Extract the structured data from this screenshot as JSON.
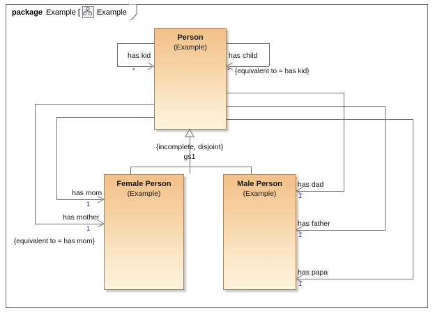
{
  "frame": {
    "keyword": "package",
    "name": "Example",
    "bracket_open": "[",
    "bracket_close": "]",
    "diagram_icon": "class-diagram-icon",
    "diagram_name": "Example"
  },
  "classes": [
    {
      "id": "person",
      "name": "Person",
      "stereotype": "(Example)"
    },
    {
      "id": "female_person",
      "name": "Female Person",
      "stereotype": "(Example)"
    },
    {
      "id": "male_person",
      "name": "Male Person",
      "stereotype": "(Example)"
    }
  ],
  "associations": [
    {
      "id": "has_kid",
      "label": "has kid",
      "multiplicity": "*",
      "note": "",
      "source": "Person",
      "target": "Person"
    },
    {
      "id": "has_child",
      "label": "has child",
      "multiplicity": "*",
      "note": "{equivalent to = has kid}",
      "source": "Person",
      "target": "Person"
    },
    {
      "id": "has_mom",
      "label": "has mom",
      "multiplicity": "1",
      "note": "",
      "source": "Person",
      "target": "Female Person"
    },
    {
      "id": "has_mother",
      "label": "has mother",
      "multiplicity": "1",
      "note": "{equivalent to = has mom}",
      "source": "Person",
      "target": "Female Person"
    },
    {
      "id": "has_dad",
      "label": "has dad",
      "multiplicity": "1",
      "note": "",
      "source": "Person",
      "target": "Male Person"
    },
    {
      "id": "has_father",
      "label": "has father",
      "multiplicity": "1",
      "note": "",
      "source": "Person",
      "target": "Male Person"
    },
    {
      "id": "has_papa",
      "label": "has papa",
      "multiplicity": "1",
      "note": "",
      "source": "Person",
      "target": "Male Person"
    }
  ],
  "generalization": {
    "constraint": "{incomplete, disjoint}",
    "set_name": "gs1",
    "general": "Person",
    "specifics": [
      "Female Person",
      "Male Person"
    ]
  },
  "colors": {
    "class_fill_top": "#F3C089",
    "class_fill_bottom": "#FDF3DD",
    "class_border": "#A9835C",
    "line": "#6F6F6F",
    "frame_border": "#6B6B6B",
    "multiplicity_text": "#3A1A6B",
    "label_text": "#141414",
    "background": "#FFFFFF"
  }
}
